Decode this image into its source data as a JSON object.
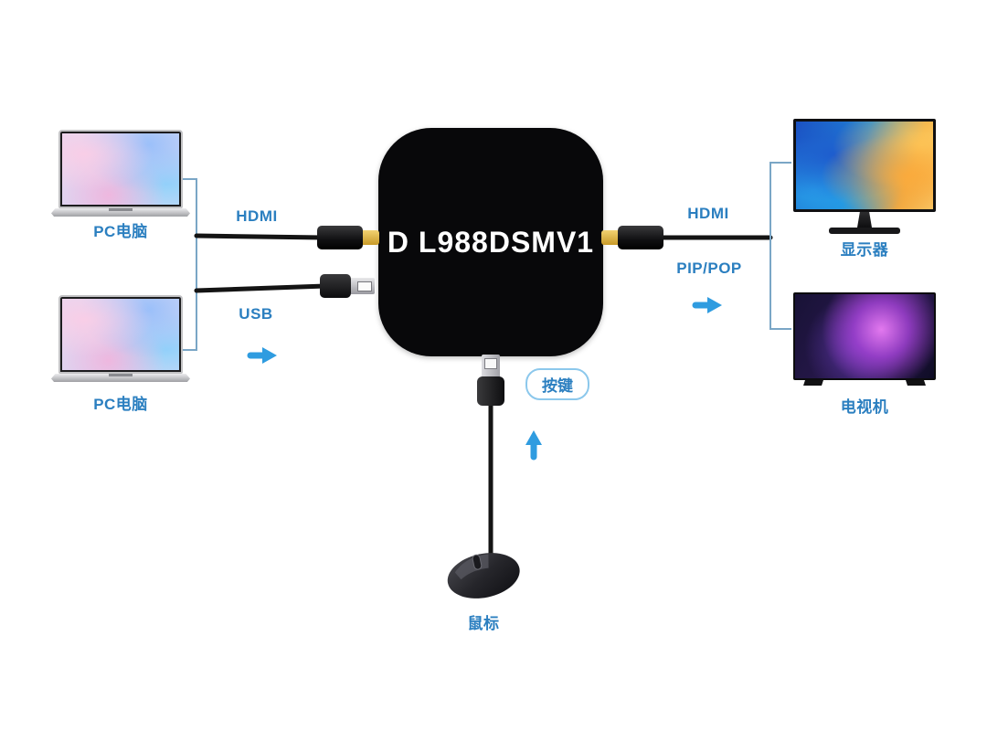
{
  "device": {
    "model": "D L988DSMV1"
  },
  "left": {
    "computers": [
      {
        "label": "PC电脑"
      },
      {
        "label": "PC电脑"
      }
    ],
    "hdmi_label": "HDMI",
    "usb_label": "USB"
  },
  "right": {
    "hdmi_label": "HDMI",
    "mode_label": "PIP/POP",
    "monitor_label": "显示器",
    "tv_label": "电视机"
  },
  "bottom": {
    "button_label": "按键",
    "mouse_label": "鼠标"
  },
  "colors": {
    "accent": "#2b7fc0",
    "arrow": "#2f9ce0",
    "cable": "#141414",
    "bracket": "#7aa6c6",
    "device_bg": "#08080a",
    "device_text": "#ffffff",
    "pill_border": "#8cc8ec",
    "hdmi_gold": "#c89a28"
  }
}
